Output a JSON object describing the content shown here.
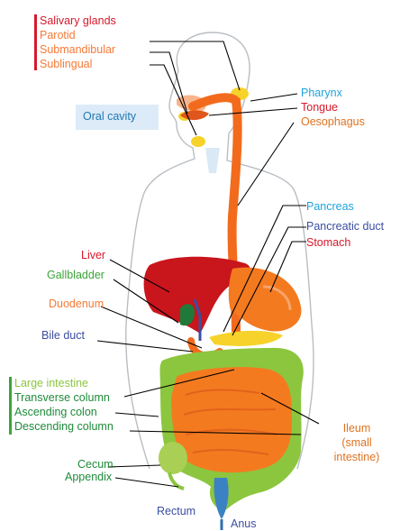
{
  "colors": {
    "red": "#d7182a",
    "orange": "#f47a36",
    "blue": "#1fa3dc",
    "navy": "#3b4ea0",
    "green": "#3aa53a",
    "lime": "#8cc63e",
    "dark_green": "#1f8a3a",
    "gold": "#f6d22a",
    "liver": "#c9151c",
    "tract": "#f26b1d",
    "colon": "#8cc63e",
    "ileum": "#f47a20",
    "outline": "#b9bec3",
    "leader": "#000000"
  },
  "labels": {
    "salivary_glands": "Salivary glands",
    "parotid": "Parotid",
    "submandibular": "Submandibular",
    "sublingual": "Sublingual",
    "oral_cavity": "Oral cavity",
    "pharynx": "Pharynx",
    "tongue": "Tongue",
    "oesophagus": "Oesophagus",
    "pancreas": "Pancreas",
    "pancreatic_duct": "Pancreatic duct",
    "stomach": "Stomach",
    "liver": "Liver",
    "gallbladder": "Gallbladder",
    "duodenum": "Duodenum",
    "bile_duct": "Bile duct",
    "large_intestine": "Large intestine",
    "transverse_column": "Transverse column",
    "ascending_colon": "Ascending colon",
    "descending_column": "Descending column",
    "ileum_1": "Ileum",
    "ileum_2": "(small",
    "ileum_3": "intestine)",
    "cecum": "Cecum",
    "appendix": "Appendix",
    "rectum": "Rectum",
    "anus": "Anus"
  }
}
